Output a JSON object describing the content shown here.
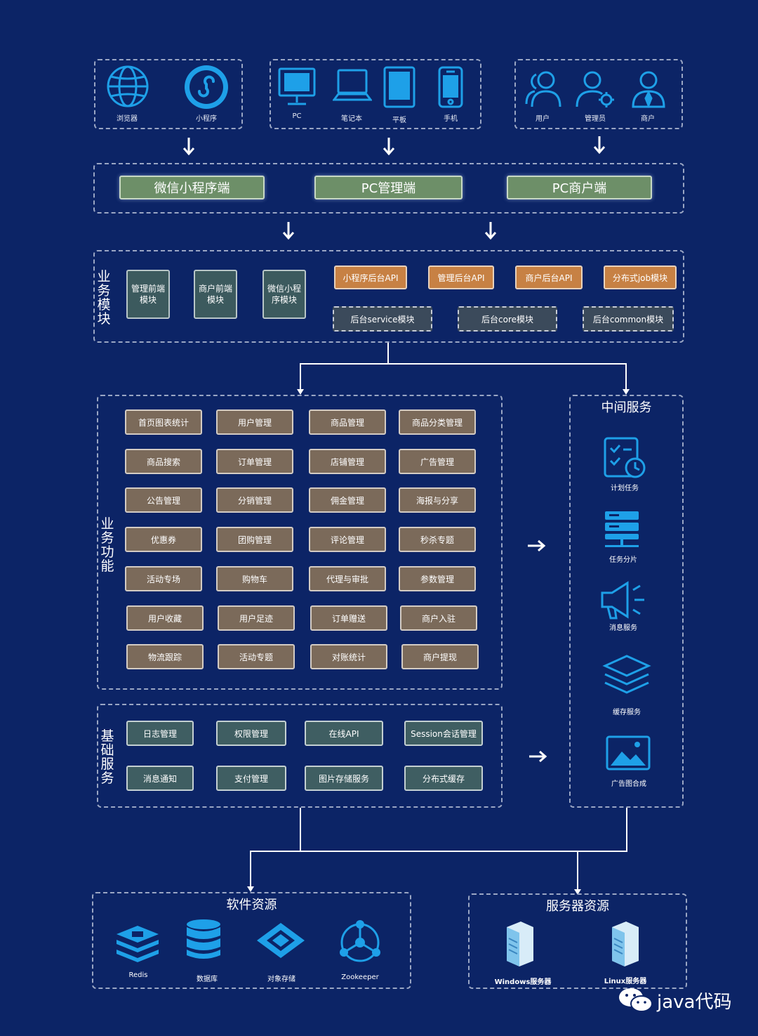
{
  "clients": {
    "group1": [
      {
        "label": "浏览器",
        "icon": "globe-icon"
      },
      {
        "label": "小程序",
        "icon": "mini-program-icon"
      }
    ],
    "group2": [
      {
        "label": "PC",
        "icon": "monitor-icon"
      },
      {
        "label": "笔记本",
        "icon": "laptop-icon"
      },
      {
        "label": "平板",
        "icon": "tablet-icon"
      },
      {
        "label": "手机",
        "icon": "phone-icon"
      }
    ],
    "group3": [
      {
        "label": "用户",
        "icon": "users-icon"
      },
      {
        "label": "管理员",
        "icon": "admin-icon"
      },
      {
        "label": "商户",
        "icon": "merchant-icon"
      }
    ]
  },
  "endpoints": [
    "微信小程序端",
    "PC管理端",
    "PC商户端"
  ],
  "business_modules": {
    "label": "业务模块",
    "frontends": [
      "管理前端模块",
      "商户前端模块",
      "微信小程序模块"
    ],
    "apis": [
      "小程序后台API",
      "管理后台API",
      "商户后台API",
      "分布式job模块"
    ],
    "cores": [
      "后台service模块",
      "后台core模块",
      "后台common模块"
    ]
  },
  "business_functions": {
    "label": "业务功能",
    "rows": [
      [
        "首页图表统计",
        "用户管理",
        "商品管理",
        "商品分类管理"
      ],
      [
        "商品搜索",
        "订单管理",
        "店铺管理",
        "广告管理"
      ],
      [
        "公告管理",
        "分销管理",
        "佣金管理",
        "海报与分享"
      ],
      [
        "优惠券",
        "团购管理",
        "评论管理",
        "秒杀专题"
      ],
      [
        "活动专场",
        "购物车",
        "代理与审批",
        "参数管理"
      ],
      [
        "用户收藏",
        "用户足迹",
        "订单赠送",
        "商户入驻"
      ],
      [
        "物流跟踪",
        "活动专题",
        "对账统计",
        "商户提现"
      ]
    ]
  },
  "base_services": {
    "label": "基础服务",
    "rows": [
      [
        "日志管理",
        "权限管理",
        "在线API",
        "Session会话管理"
      ],
      [
        "消息通知",
        "支付管理",
        "图片存储服务",
        "分布式缓存"
      ]
    ]
  },
  "middle_services": {
    "title": "中间服务",
    "items": [
      {
        "label": "计划任务",
        "icon": "schedule-icon"
      },
      {
        "label": "任务分片",
        "icon": "server-rack-icon"
      },
      {
        "label": "消息服务",
        "icon": "megaphone-icon"
      },
      {
        "label": "缓存服务",
        "icon": "layers-icon"
      },
      {
        "label": "广告图合成",
        "icon": "image-icon"
      }
    ]
  },
  "software_resources": {
    "title": "软件资源",
    "items": [
      {
        "label": "Redis",
        "icon": "redis-icon"
      },
      {
        "label": "数据库",
        "icon": "database-icon"
      },
      {
        "label": "对象存储",
        "icon": "object-storage-icon"
      },
      {
        "label": "Zookeeper",
        "icon": "zookeeper-icon"
      }
    ]
  },
  "server_resources": {
    "title": "服务器资源",
    "items": [
      {
        "label": "Windows服务器",
        "icon": "server-icon"
      },
      {
        "label": "Linux服务器",
        "icon": "server-icon"
      }
    ]
  },
  "watermark": {
    "text": "java代码",
    "icon": "wechat-icon"
  },
  "colors": {
    "background": "#0c2466",
    "accent": "#1ea0e8",
    "endpoint": "#6d8f68",
    "api": "#c78144",
    "function": "#7b6a5a",
    "base": "#3f5e62"
  }
}
